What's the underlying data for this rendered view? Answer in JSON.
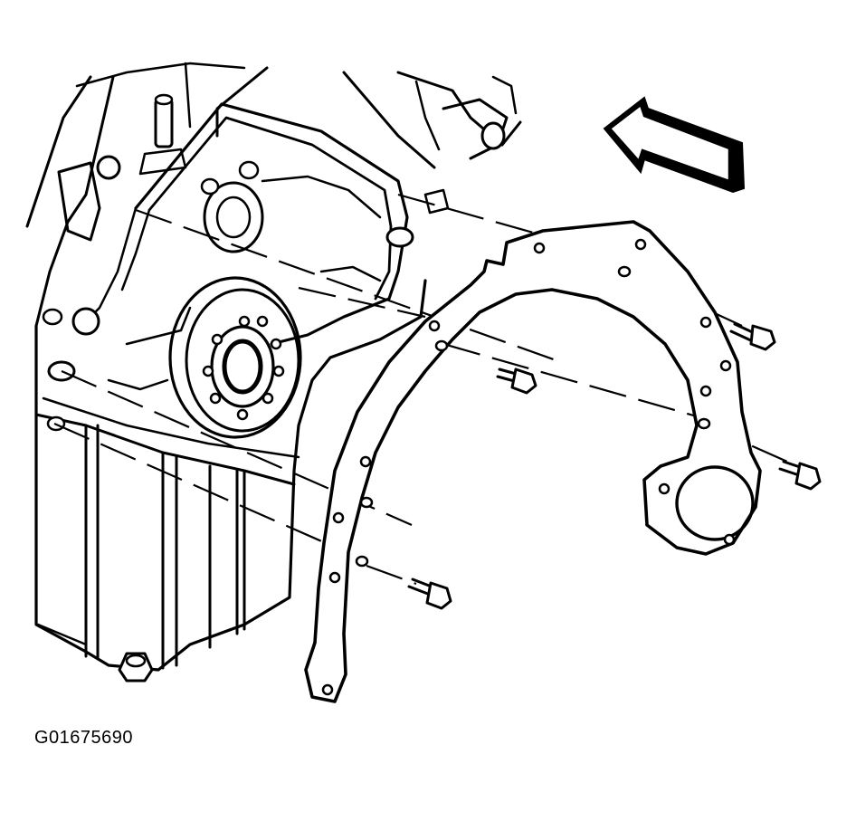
{
  "figure": {
    "code": "G01675690",
    "colors": {
      "ink": "#000000",
      "paper": "#ffffff"
    },
    "parts": [
      "engine-block",
      "crankshaft-flange",
      "flywheel-cover-plate",
      "mounting-bolts",
      "direction-arrow"
    ]
  }
}
